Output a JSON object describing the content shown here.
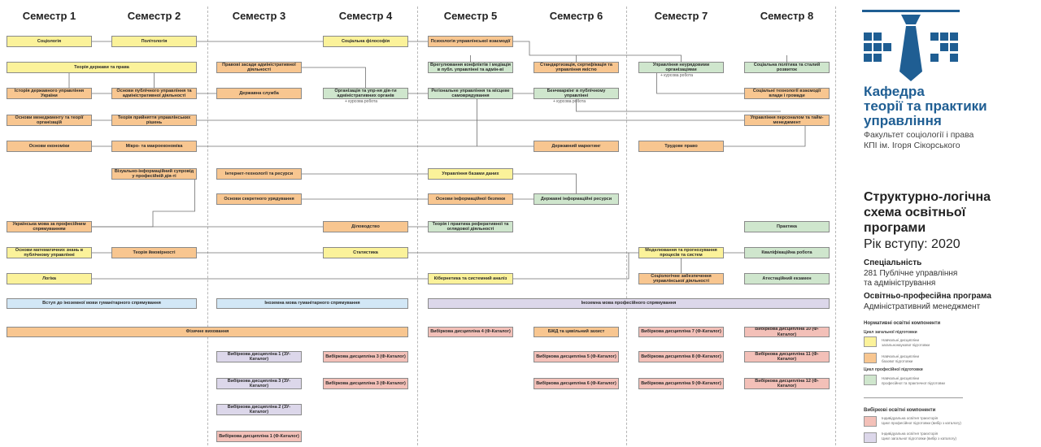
{
  "semesters": [
    "Семестр 1",
    "Семестр 2",
    "Семестр 3",
    "Семестр 4",
    "Семестр 5",
    "Семестр 6",
    "Семестр 7",
    "Семестр 8"
  ],
  "boxes": [
    {
      "id": "soc",
      "text": "Соціологія",
      "c": "y"
    },
    {
      "id": "pol",
      "text": "Політологія",
      "c": "y"
    },
    {
      "id": "sphil",
      "text": "Соціальна філософія",
      "c": "y"
    },
    {
      "id": "psy",
      "text": "Психологія управлінської взаємодії",
      "c": "o"
    },
    {
      "id": "tdp",
      "text": "Теорія держави та права",
      "c": "y"
    },
    {
      "id": "pzad",
      "text": "Правові засади адміністративної діяльності",
      "c": "o"
    },
    {
      "id": "konf",
      "text": "Врегулювання конфліктів і медіація в публ. управлінні та адмін-ві",
      "c": "g"
    },
    {
      "id": "stand",
      "text": "Стандартизація, сертифікація та управління якістю",
      "c": "o"
    },
    {
      "id": "upnauk",
      "text": "Управління неурядовими організаціями",
      "c": "g"
    },
    {
      "id": "socpol",
      "text": "Соціальна політика та сталий розвиток",
      "c": "g"
    },
    {
      "id": "ist",
      "text": "Історія державного управління України",
      "c": "o"
    },
    {
      "id": "osn",
      "text": "Основи публічного управління та адміністративної діяльності",
      "c": "o"
    },
    {
      "id": "ds",
      "text": "Державна служба",
      "c": "o"
    },
    {
      "id": "org",
      "text": "Організація та упр-ня дія-ти адміністративних органів",
      "c": "g"
    },
    {
      "id": "reg",
      "text": "Регіональне управління та місцеве самоврядування",
      "c": "g"
    },
    {
      "id": "bench",
      "text": "Бенчмаркінг в публічному управлінні",
      "c": "g"
    },
    {
      "id": "sot",
      "text": "Соціальні технології взаємодії влади і громади",
      "c": "o"
    },
    {
      "id": "mened",
      "text": "Основи менеджменту та теорії організацій",
      "c": "o"
    },
    {
      "id": "prin",
      "text": "Теорія прийняття управлінських рішень",
      "c": "o"
    },
    {
      "id": "upper",
      "text": "Управління персоналом та тайм-менеджмент",
      "c": "o"
    },
    {
      "id": "econ",
      "text": "Основи економіки",
      "c": "o"
    },
    {
      "id": "micro",
      "text": "Мікро- та макроекономіка",
      "c": "o"
    },
    {
      "id": "dmark",
      "text": "Державний маркетинг",
      "c": "o"
    },
    {
      "id": "trud",
      "text": "Трудове право",
      "c": "o"
    },
    {
      "id": "vis",
      "text": "Візуально-інформаційний супровід у професійній дія-ті",
      "c": "o"
    },
    {
      "id": "inet",
      "text": "Інтернет-технології та ресурси",
      "c": "o"
    },
    {
      "id": "ubd",
      "text": "Управління базами даних",
      "c": "y"
    },
    {
      "id": "ossek",
      "text": "Основи секретного урядування",
      "c": "o"
    },
    {
      "id": "osinf",
      "text": "Основи інформаційної безпеки",
      "c": "o"
    },
    {
      "id": "dinf",
      "text": "Державні інформаційні ресурси",
      "c": "g"
    },
    {
      "id": "umova",
      "text": "Українська мова за професійним спрямуванням",
      "c": "o"
    },
    {
      "id": "dilo",
      "text": "Діловодство",
      "c": "o"
    },
    {
      "id": "tref",
      "text": "Теорія і практика реферативної та оглядової діяльності",
      "c": "g"
    },
    {
      "id": "prak",
      "text": "Практика",
      "c": "g"
    },
    {
      "id": "matem",
      "text": "Основи математичних знань в публічному управлінні",
      "c": "y"
    },
    {
      "id": "tim",
      "text": "Теорія ймовірності",
      "c": "o"
    },
    {
      "id": "stat",
      "text": "Статистика",
      "c": "y"
    },
    {
      "id": "model",
      "text": "Моделювання та прогнозування процесів та систем",
      "c": "y"
    },
    {
      "id": "kval",
      "text": "Кваліфікаційна робота",
      "c": "g"
    },
    {
      "id": "log",
      "text": "Логіка",
      "c": "y"
    },
    {
      "id": "kib",
      "text": "Кібернетика та системний аналіз",
      "c": "y"
    },
    {
      "id": "sotsz",
      "text": "Соціологічне забезпечення управлінської діяльності",
      "c": "o"
    },
    {
      "id": "atest",
      "text": "Атестаційний екзамен",
      "c": "g"
    },
    {
      "id": "vstup",
      "text": "Вступ до іноземної мови гуманітарного спрямування",
      "c": "b"
    },
    {
      "id": "inozg",
      "text": "Іноземна мова гуманітарного спрямування",
      "c": "b"
    },
    {
      "id": "inozp",
      "text": "Іноземна мова професійного спрямування",
      "c": "v"
    },
    {
      "id": "fiz",
      "text": "Фізичне виховання",
      "c": "o"
    },
    {
      "id": "vd4",
      "text": "Вибіркова дисципліна 4 (Ф-Каталог)",
      "c": "p"
    },
    {
      "id": "bzd",
      "text": "БЖД та цивільний захист",
      "c": "o"
    },
    {
      "id": "vd7",
      "text": "Вибіркова дисципліна 7 (Ф-Каталог)",
      "c": "p"
    },
    {
      "id": "vd10",
      "text": "Вибіркова дисципліна 10 (Ф-Каталог)",
      "c": "p"
    },
    {
      "id": "vd1a",
      "text": "Вибіркова дисципліна 1 (ЗУ-Каталог)",
      "c": "v"
    },
    {
      "id": "vd3a",
      "text": "Вибіркова дисципліна 3 (Ф-Каталог)",
      "c": "p"
    },
    {
      "id": "vd5",
      "text": "Вибіркова дисципліна 5 (Ф-Каталог)",
      "c": "p"
    },
    {
      "id": "vd8",
      "text": "Вибіркова дисципліна 8 (Ф-Каталог)",
      "c": "p"
    },
    {
      "id": "vd11",
      "text": "Вибіркова дисципліна 11 (Ф-Каталог)",
      "c": "p"
    },
    {
      "id": "vd3b",
      "text": "Вибіркова дисципліна 3 (ЗУ-Каталог)",
      "c": "v"
    },
    {
      "id": "vd3c",
      "text": "Вибіркова дисципліна 3 (Ф-Каталог)",
      "c": "p"
    },
    {
      "id": "vd6",
      "text": "Вибіркова дисципліна 6 (Ф-Каталог)",
      "c": "p"
    },
    {
      "id": "vd9",
      "text": "Вибіркова дисципліна 9 (Ф-Каталог)",
      "c": "p"
    },
    {
      "id": "vd12",
      "text": "Вибіркова дисципліна 12 (Ф-Каталог)",
      "c": "p"
    },
    {
      "id": "vd2",
      "text": "Вибіркова дисципліна 2 (ЗУ-Каталог)",
      "c": "v"
    },
    {
      "id": "vd1b",
      "text": "Вибіркова дисципліна 1 (Ф-Каталог)",
      "c": "p"
    }
  ],
  "notes": {
    "n1": "+ курсова робота",
    "n2": "+ курсова робота",
    "n3": "+ курсова робота"
  },
  "side": {
    "department": "Кафедра\nтеорії та практики\nуправління",
    "faculty": "Факультет соціології і права\nКПІ ім. Ігоря Сікорського",
    "title": "Структурно-логічна\nсхема освітньої\nпрограми",
    "year": "Рік вступу: 2020",
    "specialty_label": "Спеціальність",
    "specialty_value": "281 Публічне управління\nта адміністрування",
    "program_label": "Освітньо-професійна програма",
    "program_value": "Адміністративний менеджмент"
  },
  "legend": {
    "normative": "Нормативні освітні компоненти",
    "general_cycle": "Цикл загальної підготовки",
    "yellow": "Навчальні дисципліни\nзагальнонаукової підготовки",
    "orange": "Навчальні дисципліни\nбазової підготовки",
    "professional_cycle": "Цикл професійної підготовки",
    "green": "Навчальні дисципліни\nпрофесійної та практичної підготовки",
    "elective": "Вибіркові освітні компоненти",
    "pink": "Індивідуальна освітня траєкторія\nЦикл професійної підготовки (вибір з каталогу)",
    "violet": "Індивідуальна освітня траєкторія\nЦикл загальної підготовки (вибір з каталогу)"
  }
}
